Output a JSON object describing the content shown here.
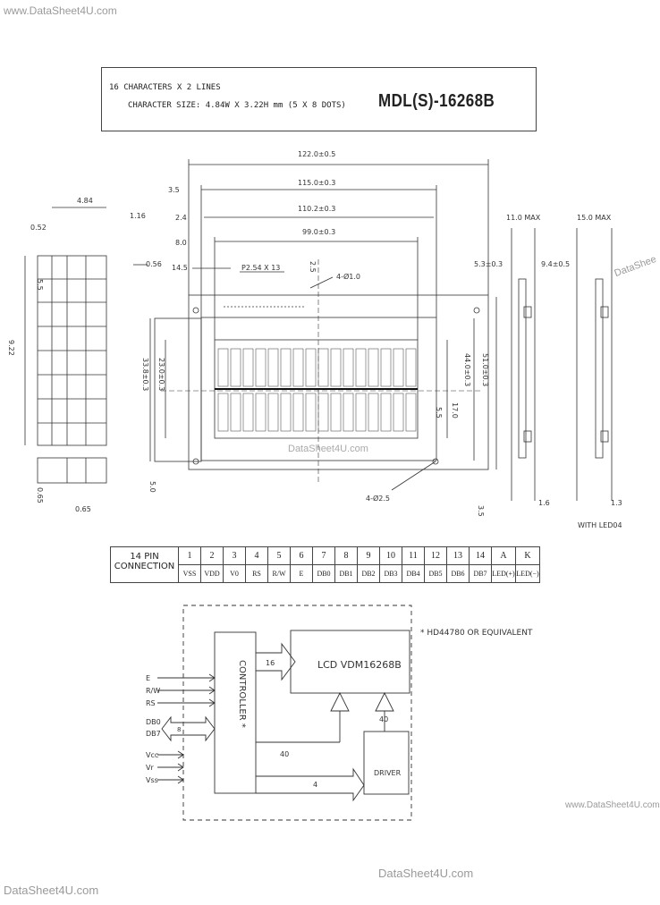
{
  "watermarks": {
    "top_left": "www.DataSheet4U.com",
    "right_edge": "DataShee",
    "center": "DataSheet4U.com",
    "bottom_right": "www.DataSheet4U.com",
    "bottom_center": "DataSheet4U.com",
    "bottom_left": "DataSheet4U.com"
  },
  "header": {
    "line1": "16 CHARACTERS X 2 LINES",
    "line2": "CHARACTER SIZE: 4.84W X 3.22H mm (5 X 8 DOTS)",
    "model": "MDL(S)-16268B"
  },
  "dimensions": {
    "d122": "122.0±0.5",
    "d115": "115.0±0.3",
    "d110": "110.2±0.3",
    "d99": "99.0±0.3",
    "d35": "3.5",
    "d24": "2.4",
    "d80": "8.0",
    "d145": "14.5",
    "pitch": "P2.54 X 13",
    "holes": "4-Ø1.0",
    "d25": "2.5",
    "char_w": "4.84",
    "d052": "0.52",
    "d116": "1.16",
    "d056": "0.56",
    "char_h": "9.22",
    "d55": "5.5",
    "d065": "0.65",
    "d3380": "33.8±0.3",
    "d2380": "23.0±0.3",
    "d4450": "44.0±0.3",
    "d5100": "51.0±0.3",
    "d170": "17.0",
    "d55b": "5.5",
    "d50": "5.0",
    "mount": "4-Ø2.5",
    "d35b": "3.5",
    "d110max": "11.0 MAX",
    "d150max": "15.0 MAX",
    "d5360": "5.3±0.3",
    "d9405": "9.4±0.5",
    "d16": "1.6",
    "d13": "1.3",
    "led": "WITH LED04"
  },
  "pin_table": {
    "title": "14 PIN CONNECTION",
    "numbers": [
      "1",
      "2",
      "3",
      "4",
      "5",
      "6",
      "7",
      "8",
      "9",
      "10",
      "11",
      "12",
      "13",
      "14",
      "A",
      "K"
    ],
    "signals": [
      "VSS",
      "VDD",
      "V0",
      "RS",
      "R/W",
      "E",
      "DB0",
      "DB1",
      "DB2",
      "DB3",
      "DB4",
      "DB5",
      "DB6",
      "DB7",
      "LED(+)",
      "LED(−)"
    ]
  },
  "block": {
    "note": "* HD44780 OR EQUIVALENT",
    "lcd": "LCD VDM16268B",
    "controller": "CONTROLLER *",
    "driver": "DRIVER",
    "bus16": "16",
    "bus40": "40",
    "bus40b": "40",
    "bus4": "4",
    "bus8": "8",
    "inputs": [
      "E",
      "R/W",
      "RS"
    ],
    "db0": "DB0",
    "db7": "DB7",
    "power": [
      "Vcc",
      "Vr",
      "Vss"
    ]
  }
}
